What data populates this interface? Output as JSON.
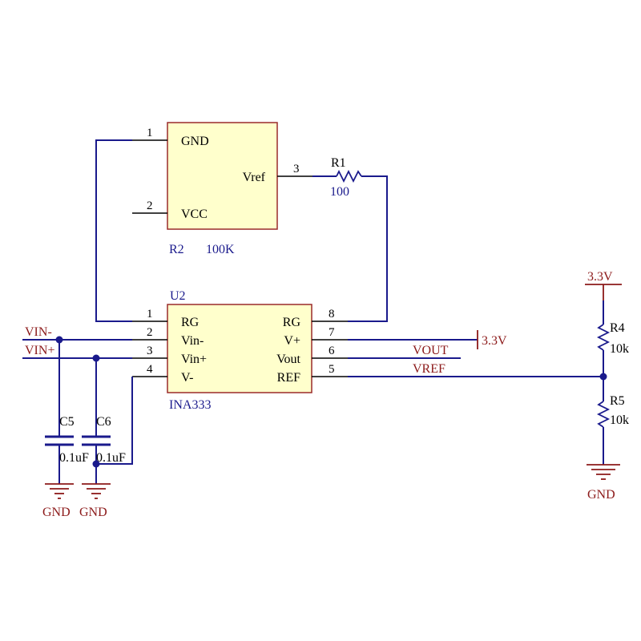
{
  "r2": {
    "designator": "R2",
    "value": "100K",
    "pins": [
      {
        "num": "1",
        "name": "GND"
      },
      {
        "num": "2",
        "name": "VCC"
      },
      {
        "num": "3",
        "name": "Vref"
      }
    ]
  },
  "r1": {
    "designator": "R1",
    "value": "100"
  },
  "u2": {
    "designator": "U2",
    "part": "INA333",
    "pins": [
      {
        "num": "1",
        "name": "RG"
      },
      {
        "num": "2",
        "name": "Vin-"
      },
      {
        "num": "3",
        "name": "Vin+"
      },
      {
        "num": "4",
        "name": "V-"
      },
      {
        "num": "8",
        "name": "RG"
      },
      {
        "num": "7",
        "name": "V+"
      },
      {
        "num": "6",
        "name": "Vout"
      },
      {
        "num": "5",
        "name": "REF"
      }
    ]
  },
  "nets": {
    "vin_minus": "VIN-",
    "vin_plus": "VIN+",
    "vout": "VOUT",
    "vref": "VREF"
  },
  "power": {
    "v33_u2": "3.3V",
    "v33_div": "3.3V",
    "gnd_c5": "GND",
    "gnd_c6": "GND",
    "gnd_div": "GND"
  },
  "c5": {
    "designator": "C5",
    "value": "0.1uF"
  },
  "c6": {
    "designator": "C6",
    "value": "0.1uF"
  },
  "r4": {
    "designator": "R4",
    "value": "10k"
  },
  "r5": {
    "designator": "R5",
    "value": "10k"
  },
  "colors": {
    "component_fill": "#ffffcc",
    "component_border": "#9a2a2a",
    "wire": "#1a1a8c",
    "power": "#8c1a1a"
  }
}
